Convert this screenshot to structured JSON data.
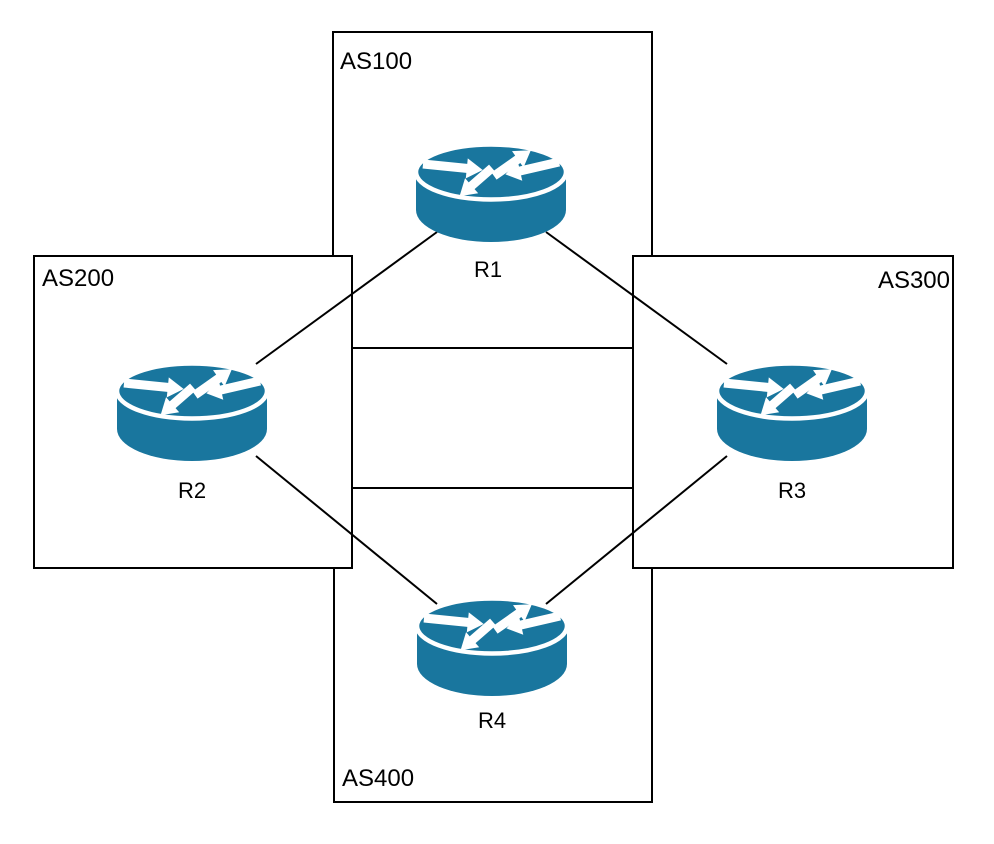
{
  "diagram": {
    "type": "network-topology",
    "as_boxes": [
      {
        "label": "AS100",
        "label_position": "top-left"
      },
      {
        "label": "AS200",
        "label_position": "top-left"
      },
      {
        "label": "AS300",
        "label_position": "top-right"
      },
      {
        "label": "AS400",
        "label_position": "bottom-left"
      }
    ],
    "routers": [
      {
        "label": "R1",
        "as": "AS100"
      },
      {
        "label": "R2",
        "as": "AS200"
      },
      {
        "label": "R3",
        "as": "AS300"
      },
      {
        "label": "R4",
        "as": "AS400"
      }
    ],
    "links": [
      {
        "from": "R1",
        "to": "R2"
      },
      {
        "from": "R1",
        "to": "R3"
      },
      {
        "from": "R2",
        "to": "R4"
      },
      {
        "from": "R3",
        "to": "R4"
      }
    ],
    "colors": {
      "router_fill": "#19769e",
      "arrow_fill": "#ffffff",
      "link_stroke": "#000000",
      "box_stroke": "#000000",
      "box_fill": "#ffffff",
      "background": "#ffffff"
    }
  }
}
